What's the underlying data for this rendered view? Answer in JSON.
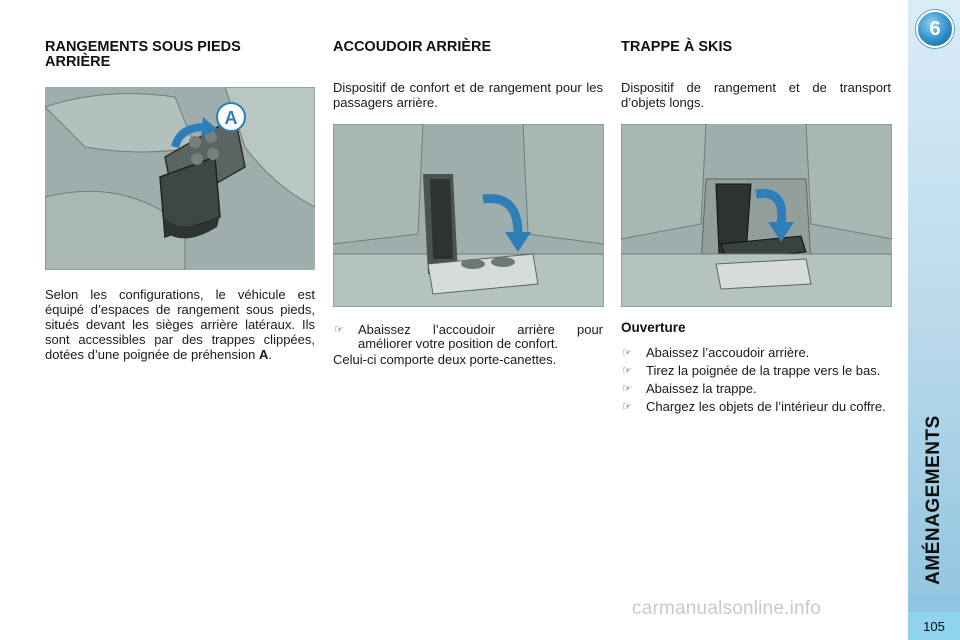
{
  "chapter": {
    "number": "6",
    "title": "AMÉNAGEMENTS"
  },
  "page_number": "105",
  "sections": [
    {
      "title": "RANGEMENTS SOUS PIEDS ARRIÈRE",
      "illustration_label": "A",
      "body": "Selon les configurations, le véhicule est équipé d’espaces de rangement sous pieds, situés devant les sièges arrière latéraux. Ils sont accessibles par des trappes clippées, dotées d’une poignée de préhension",
      "body_bold": "A",
      "body_end": "."
    },
    {
      "title": "ACCOUDOIR ARRIÈRE",
      "intro": "Dispositif de confort et de rangement pour les passagers arrière.",
      "bullets": [
        "Abaissez l’accoudoir arrière pour améliorer votre position de confort."
      ],
      "note": "Celui-ci comporte deux porte-canettes."
    },
    {
      "title": "TRAPPE À SKIS",
      "intro": "Dispositif de rangement et de transport d’objets longs.",
      "subheading": "Ouverture",
      "bullets": [
        "Abaissez l’accoudoir arrière.",
        "Tirez la poignée de la trappe vers le bas.",
        "Abaissez la trappe.",
        "Chargez les objets de l’intérieur du coffre."
      ]
    }
  ],
  "bullet_glyph": "☞",
  "watermark": "carmanualsonline.info",
  "colors": {
    "illustration_bg": "#9eaeac",
    "arrow_blue": "#2e7fb8",
    "sidebar_blue": "#8fd3ec"
  }
}
